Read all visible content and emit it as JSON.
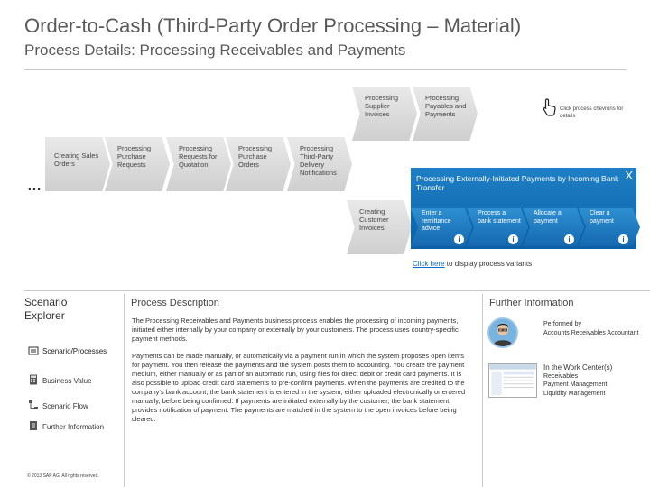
{
  "header": {
    "title": "Order-to-Cash (Third-Party Order Processing – Material)",
    "subtitle": "Process Details: Processing Receivables and Payments"
  },
  "flow": {
    "top_steps": [
      {
        "label": "Processing Supplier Invoices"
      },
      {
        "label": "Processing Payables and Payments"
      }
    ],
    "main_steps": [
      {
        "label": "Creating Sales Orders"
      },
      {
        "label": "Processing Purchase Requests"
      },
      {
        "label": "Processing Requests for Quotation"
      },
      {
        "label": "Processing Purchase Orders"
      },
      {
        "label": "Processing Third-Party Delivery Notifications"
      }
    ],
    "lower_step": {
      "label": "Creating Customer Invoices"
    },
    "ellipsis": "…",
    "click_hint": "Click process chevrons for details"
  },
  "banner": {
    "title": "Processing Externally-Initiated Payments by Incoming Bank Transfer",
    "close": "X",
    "steps": [
      {
        "label": "Enter a remittance advice"
      },
      {
        "label": "Process a bank statement"
      },
      {
        "label": "Allocate a payment"
      },
      {
        "label": "Clear a payment"
      }
    ],
    "info_glyph": "i"
  },
  "variants": {
    "link": "Click here",
    "rest": " to display process variants"
  },
  "explorer": {
    "title": "Scenario Explorer",
    "items": [
      {
        "label": "Scenario/Processes"
      },
      {
        "label": "Business Value"
      },
      {
        "label": "Scenario Flow"
      },
      {
        "label": "Further Information"
      }
    ],
    "copyright": "© 2013 SAP AG. All rights reserved."
  },
  "description": {
    "heading": "Process Description",
    "p1": "The Processing Receivables and Payments business process enables the processing of incoming payments, initiated either internally by your company or externally by your customers. The process uses country-specific payment methods.",
    "p2": "Payments can be made manually, or automatically via a payment run in which the system proposes open items for payment. You then release the payments and the system posts them to accounting. You create the payment medium, either manually or as part of an automatic run, using files for direct debit or credit card payments. It is also possible to upload credit card statements to pre-confirm payments. When the payments are credited to the company's bank account, the bank statement is entered in the system, either uploaded electronically or entered manually, before being confirmed. If payments are initiated externally by the customer, the bank statement provides notification of payment. The payments are matched in the system to the open invoices before being cleared."
  },
  "further": {
    "heading": "Further Information",
    "performed_label": "Performed by",
    "performed_by": "Accounts Receivables Accountant",
    "workcenter_label": "In the Work Center(s)",
    "workcenters": [
      "Receivables",
      "Payment Management",
      "Liquidity Management"
    ]
  },
  "colors": {
    "banner_blue": "#0b5fa6",
    "chevron_grey": "#d9d9d9",
    "link_blue": "#0a6ed1"
  }
}
